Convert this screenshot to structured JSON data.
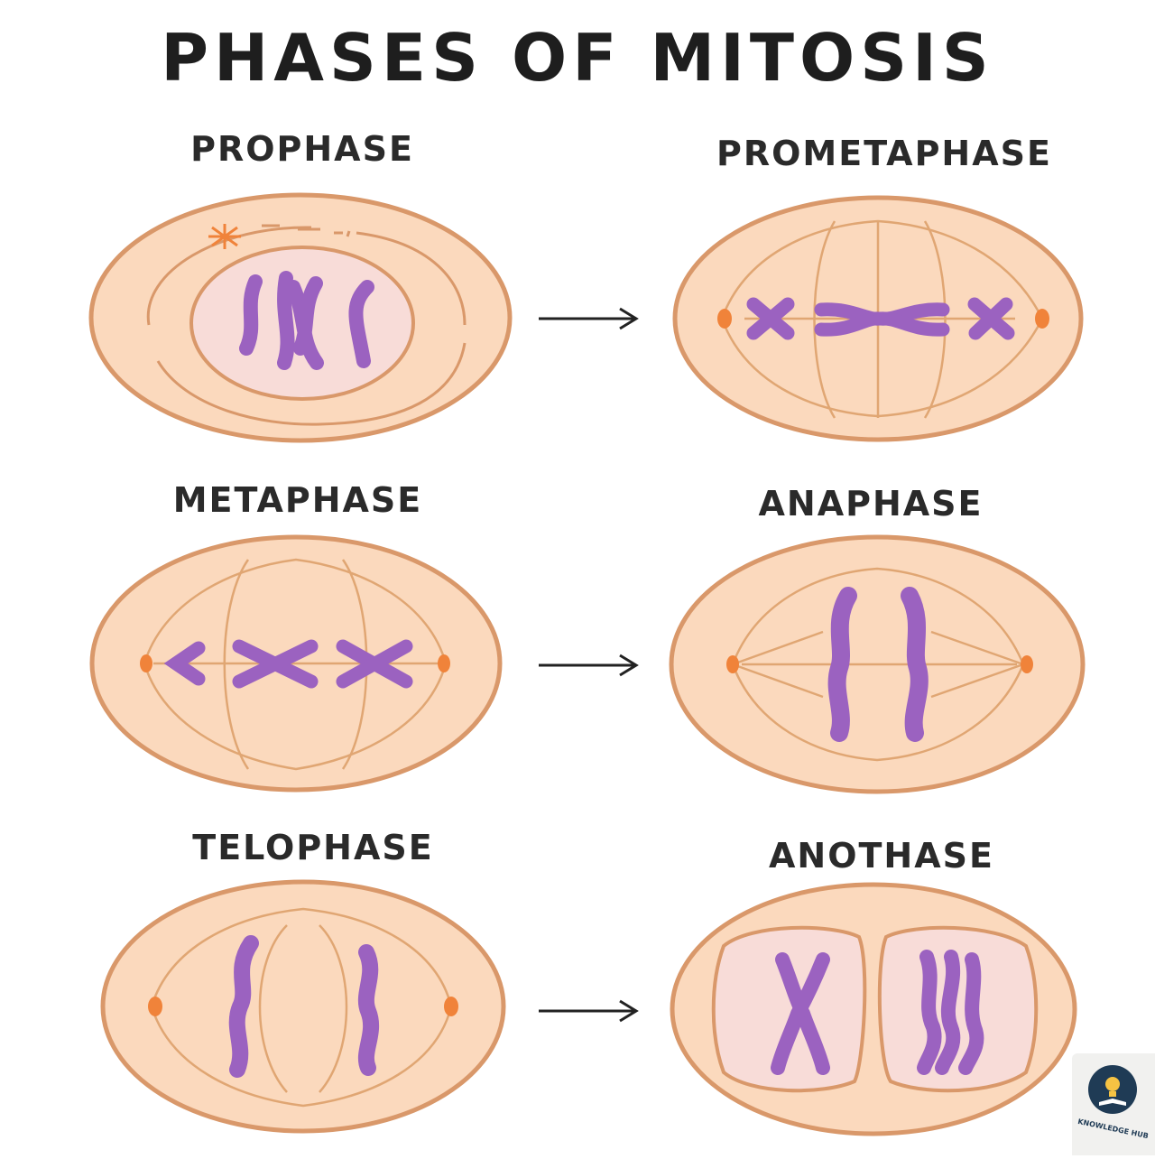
{
  "title": "PHASES OF MITOSIS",
  "panels": [
    {
      "id": "prophase",
      "label": "PROPHASE"
    },
    {
      "id": "prometaphase",
      "label": "PROMETAPHASE"
    },
    {
      "id": "metaphase",
      "label": "METAPHASE"
    },
    {
      "id": "anaphase",
      "label": "ANAPHASE"
    },
    {
      "id": "telophase",
      "label": "TELOPHASE"
    },
    {
      "id": "anothase",
      "label": "ANOTHASE"
    }
  ],
  "logo": {
    "text": "KNOWLEDGE HUB",
    "icon": "lightbulb-book-icon"
  },
  "colors": {
    "cell_fill": "#fbd9bd",
    "cell_stroke": "#d9986a",
    "spindle": "#e0a673",
    "chromosome": "#9b62c0",
    "chromosome_stroke": "#6f3d95",
    "nucleus_fill": "#f8dcd8",
    "centrosome": "#f0833a"
  }
}
